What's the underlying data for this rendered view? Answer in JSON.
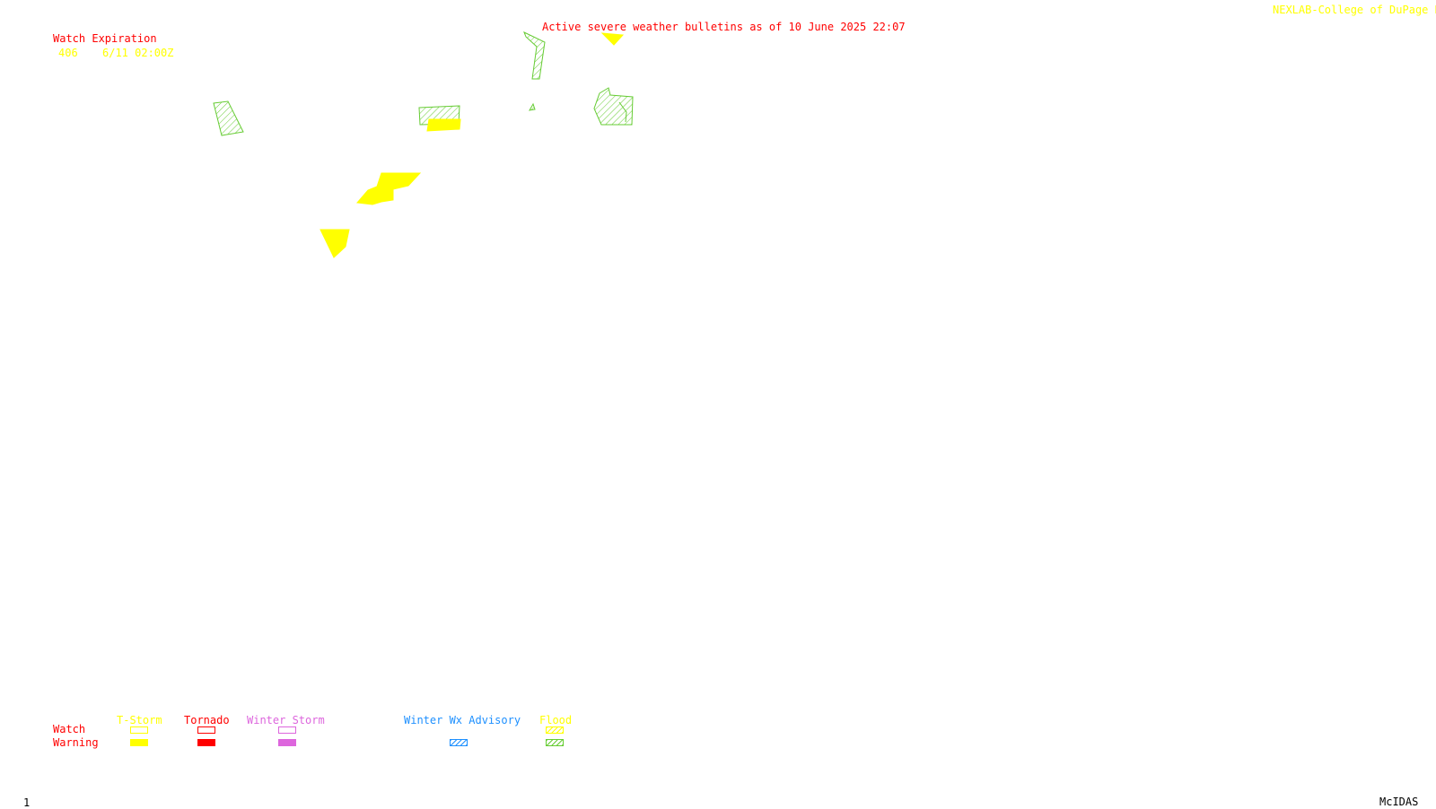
{
  "header": {
    "title": "Active severe weather bulletins as of 10 June 2025 22:07",
    "credit": "NEXLAB-College of DuPage R"
  },
  "watch_expiration": {
    "heading": "Watch Expiration",
    "entries": [
      {
        "number": "406",
        "expires": "6/11 02:00Z"
      }
    ]
  },
  "legend": {
    "row_labels": {
      "watch": "Watch",
      "warning": "Warning"
    },
    "categories": [
      {
        "id": "tstorm",
        "label": "T-Storm",
        "color": "#ffff00",
        "watch_style": "outline",
        "warning_style": "solid"
      },
      {
        "id": "tornado",
        "label": "Tornado",
        "color": "#ff0000",
        "watch_style": "outline",
        "warning_style": "solid"
      },
      {
        "id": "winter-storm",
        "label": "Winter Storm",
        "color": "#dd66dd",
        "watch_style": "outline",
        "warning_style": "solid"
      },
      {
        "id": "winter-wx-advisory",
        "label": "Winter Wx Advisory",
        "color": "#1e90ff",
        "watch_style": "none",
        "warning_style": "hatched"
      },
      {
        "id": "flood",
        "label": "Flood",
        "color": "#ffff00",
        "flood_hatch_color": "#66cc33",
        "watch_style": "hatched-yellow",
        "warning_style": "hatched"
      }
    ]
  },
  "footer": {
    "frame_number": "1",
    "software": "McIDAS"
  },
  "colors": {
    "title_red": "#ff0000",
    "credit_yellow": "#ffff00",
    "tstorm_warning": "#ffff00",
    "flood_warning": "#66cc33"
  },
  "icons": {
    "tstorm_warning_polygon": "solid-yellow-polygon",
    "flood_warning_polygon": "green-hatched-polygon"
  }
}
